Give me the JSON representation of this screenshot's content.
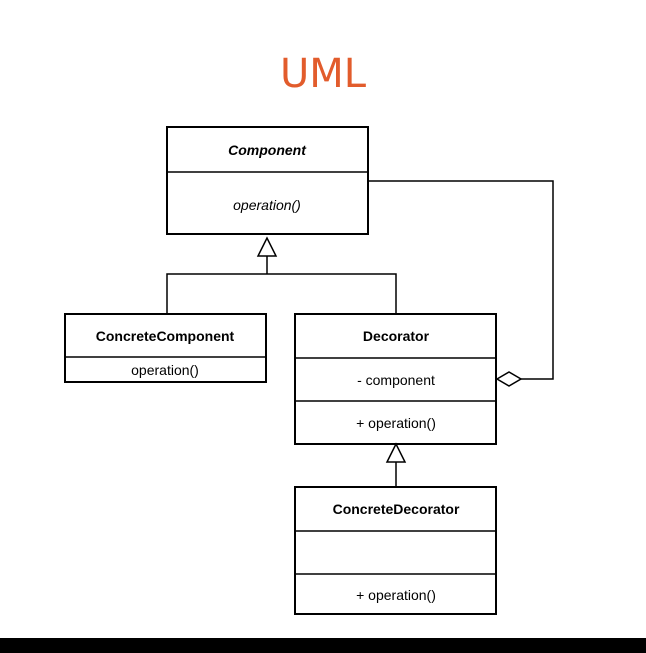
{
  "title": "UML",
  "colors": {
    "title": "#E25C2C",
    "line": "#000000",
    "background": "#FFFFFF"
  },
  "classes": {
    "component": {
      "name": "Component",
      "operation": "operation()"
    },
    "concrete_component": {
      "name": "ConcreteComponent",
      "operation": "operation()"
    },
    "decorator": {
      "name": "Decorator",
      "attribute": "- component",
      "operation": "+ operation()"
    },
    "concrete_decorator": {
      "name": "ConcreteDecorator",
      "attribute": "",
      "operation": "+ operation()"
    }
  },
  "relations": [
    {
      "type": "inheritance",
      "from": "ConcreteComponent",
      "to": "Component"
    },
    {
      "type": "inheritance",
      "from": "Decorator",
      "to": "Component"
    },
    {
      "type": "inheritance",
      "from": "ConcreteDecorator",
      "to": "Decorator"
    },
    {
      "type": "aggregation",
      "from": "Decorator",
      "to": "Component"
    }
  ]
}
